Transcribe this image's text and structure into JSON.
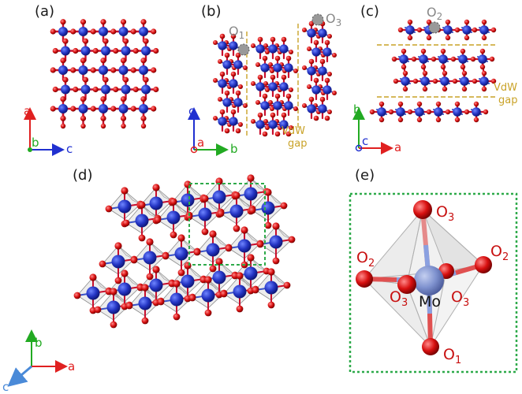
{
  "panels": {
    "a": {
      "label": "(a)",
      "axes": {
        "vertical": "a",
        "out": "b",
        "horizontal": "c"
      }
    },
    "b": {
      "label": "(b)",
      "site_labels": [
        "O1",
        "O3"
      ],
      "gap_label_line1": "VdW",
      "gap_label_line2": "gap",
      "axes": {
        "vertical": "c",
        "out": "a",
        "horizontal": "b"
      }
    },
    "c": {
      "label": "(c)",
      "site_labels": [
        "O2"
      ],
      "gap_label_line1": "VdW",
      "gap_label_line2": "gap",
      "axes": {
        "vertical": "b",
        "out": "c",
        "horizontal": "a"
      }
    },
    "d": {
      "label": "(d)",
      "axes": {
        "vertical": "b",
        "horizontal": "a",
        "diagonal": "c"
      }
    },
    "e": {
      "label": "(e)",
      "center_atom": "Mo",
      "oxygen_labels": {
        "top": "O",
        "top_sub": "3",
        "left": "O",
        "left_sub": "2",
        "right": "O",
        "right_sub": "2",
        "front_left": "O",
        "front_left_sub": "3",
        "front_right": "O",
        "front_right_sub": "3",
        "bottom": "O",
        "bottom_sub": "1"
      }
    }
  },
  "subscripts": {
    "O1": "1",
    "O3": "3",
    "O2": "2"
  },
  "colors": {
    "mo_atom": "#1f2fb8",
    "o_atom": "#d81010",
    "bond_red": "#c8102e",
    "bond_blue": "#3a52c8",
    "gap_line": "#c9a227",
    "gap_text": "#c9a227",
    "highlight_box": "#2eaa4a",
    "axis_red": "#e02020",
    "axis_green": "#22aa22",
    "axis_blue": "#2030d0",
    "axis_c_diag": "#4a8ad8",
    "grey_site": "#888888"
  }
}
